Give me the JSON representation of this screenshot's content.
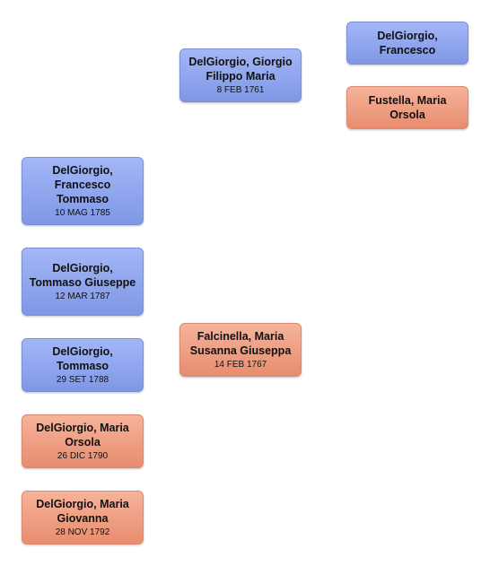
{
  "colors": {
    "male": "#8da3ee",
    "female": "#f0a184"
  },
  "grandparents": [
    {
      "name": "DelGiorgio, Francesco",
      "date": "",
      "sex": "male"
    },
    {
      "name": "Fustella, Maria Orsola",
      "date": "",
      "sex": "female"
    }
  ],
  "parents": [
    {
      "name": "DelGiorgio, Giorgio Filippo Maria",
      "date": "8 FEB 1761",
      "sex": "male"
    },
    {
      "name": "Falcinella, Maria Susanna Giuseppa",
      "date": "14 FEB 1767",
      "sex": "female"
    }
  ],
  "children": [
    {
      "name": "DelGiorgio, Francesco Tommaso",
      "date": "10 MAG 1785",
      "sex": "male"
    },
    {
      "name": "DelGiorgio, Tommaso Giuseppe",
      "date": "12 MAR 1787",
      "sex": "male"
    },
    {
      "name": "DelGiorgio, Tommaso",
      "date": "29 SET 1788",
      "sex": "male"
    },
    {
      "name": "DelGiorgio, Maria Orsola",
      "date": "26 DIC 1790",
      "sex": "female"
    },
    {
      "name": "DelGiorgio, Maria Giovanna",
      "date": "28 NOV 1792",
      "sex": "female"
    }
  ]
}
